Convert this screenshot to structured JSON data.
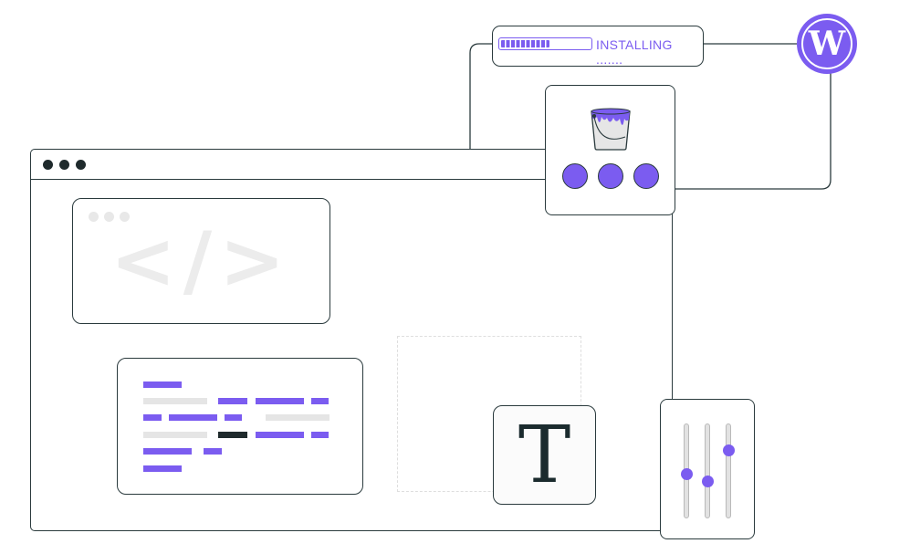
{
  "install": {
    "label": "INSTALLING .......",
    "progress": 0.55
  },
  "wordpress": {
    "glyph": "W"
  },
  "browser": {
    "dots": 3
  },
  "code_card": {
    "glyph": "</>"
  },
  "typography": {
    "glyph": "T"
  },
  "sliders": {
    "levels": [
      0.47,
      0.38,
      0.76
    ]
  },
  "palette": {
    "swatches": 3
  },
  "colors": {
    "accent": "#7b5cf0",
    "outline": "#2a3a3d",
    "ghost": "#e5e5e5",
    "dark": "#1f2a2c"
  },
  "icons": [
    "wordpress-icon",
    "paint-bucket-icon",
    "code-icon",
    "typography-icon",
    "sliders-icon"
  ]
}
